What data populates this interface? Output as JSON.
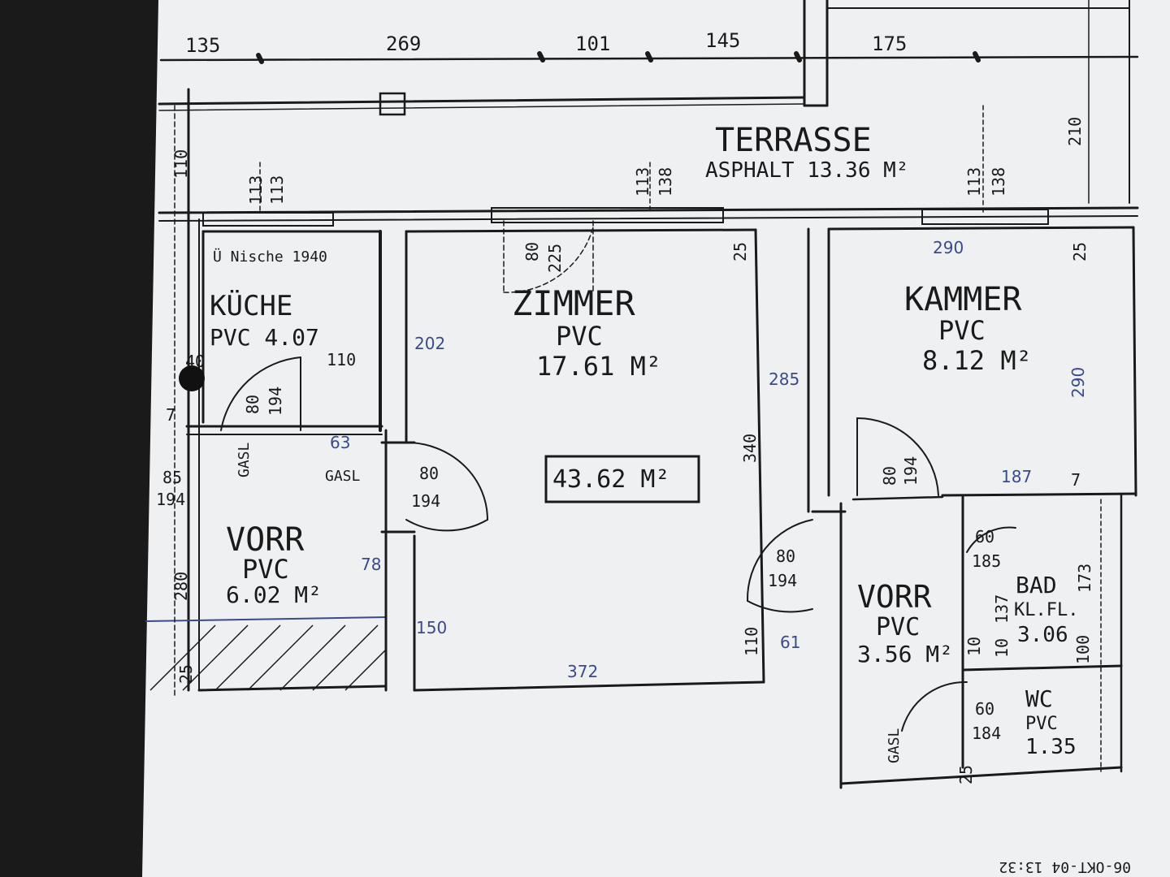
{
  "top_dimensions": [
    "135",
    "269",
    "101",
    "145",
    "175"
  ],
  "terrace": {
    "name": "TERRASSE",
    "info": "ASPHALT 13.36 M²"
  },
  "rooms": [
    {
      "key": "kueche",
      "name": "KÜCHE",
      "floor": "PVC 4.07"
    },
    {
      "key": "zimmer",
      "name": "ZIMMER",
      "floor": "PVC",
      "area": "17.61 M²"
    },
    {
      "key": "kammer",
      "name": "KAMMER",
      "floor": "PVC",
      "area": "8.12 M²"
    },
    {
      "key": "vorr1",
      "name": "VORR",
      "floor": "PVC",
      "area": "6.02 M²"
    },
    {
      "key": "vorr2",
      "name": "VORR",
      "floor": "PVC",
      "area": "3.56 M²"
    },
    {
      "key": "bad",
      "name": "BAD",
      "floor": "KL.FL.",
      "area": "3.06"
    },
    {
      "key": "wc",
      "name": "WC",
      "floor": "PVC",
      "area": "1.35"
    }
  ],
  "total_area": "43.62 M²",
  "dimension_labels": [
    "113",
    "113",
    "113",
    "138",
    "113",
    "138",
    "210",
    "110",
    "80",
    "225",
    "25",
    "25",
    "340",
    "110",
    "80",
    "194",
    "80",
    "194",
    "80",
    "194",
    "80",
    "194",
    "60",
    "185",
    "60",
    "184",
    "137",
    "10",
    "100",
    "85",
    "194",
    "280",
    "25",
    "110",
    "40",
    "7",
    "7",
    "25",
    "10",
    "173"
  ],
  "handwritten_labels": [
    "290",
    "202",
    "285",
    "63",
    "78",
    "150",
    "372",
    "61",
    "187",
    "290"
  ],
  "door_labels": [
    "GASL",
    "GASL",
    "GASL"
  ],
  "kitchen_note": "Ü Nische 1940",
  "fax_footer": "06-OKT-04 13:32"
}
